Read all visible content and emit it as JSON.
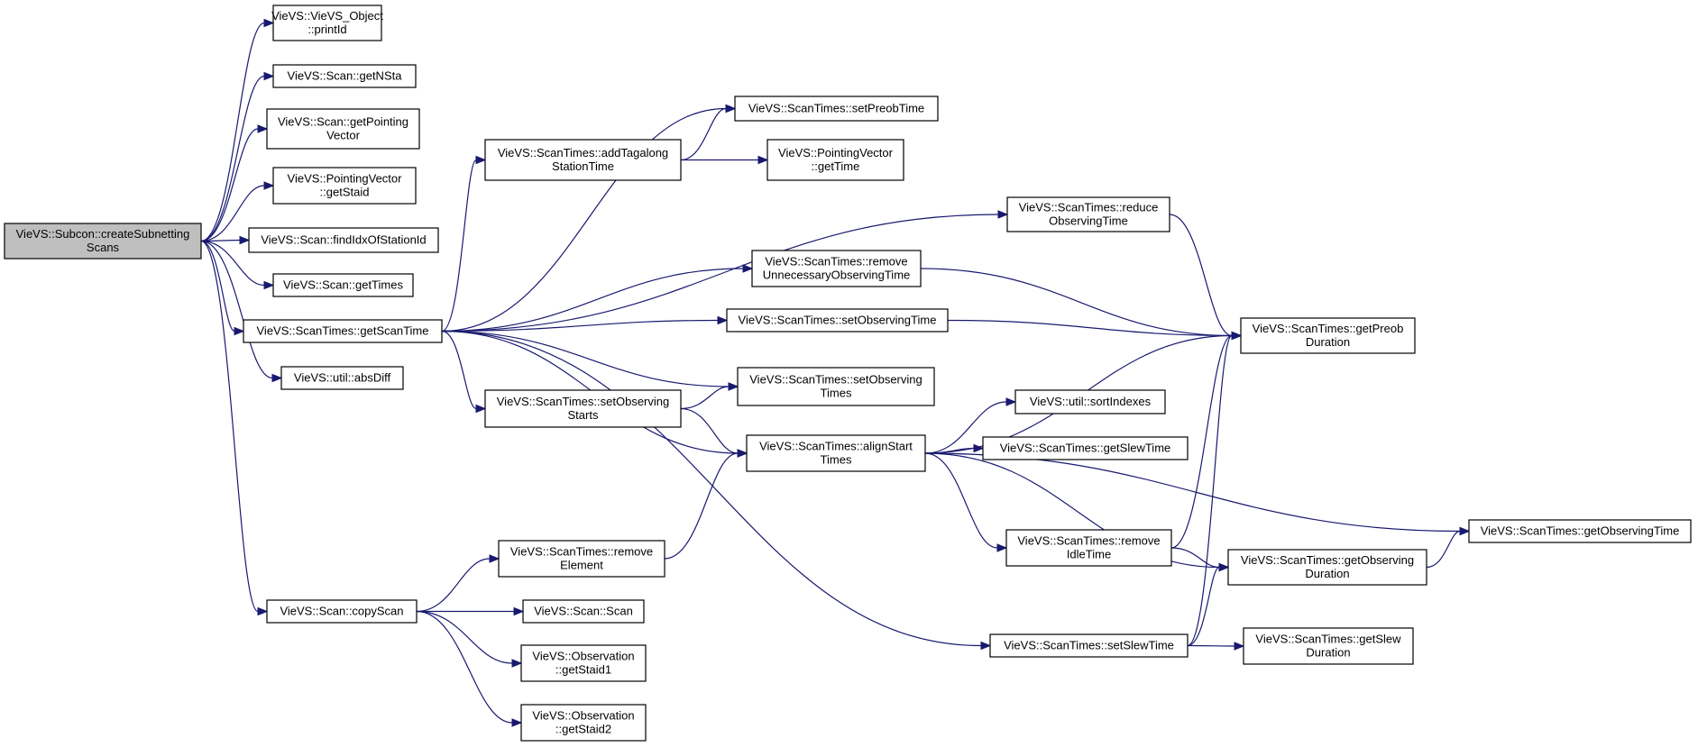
{
  "diagram": {
    "type": "call-graph",
    "colors": {
      "edge": "#191970",
      "root_fill": "#bfbfbf",
      "node_fill": "#ffffff",
      "border": "#000000"
    },
    "nodes": [
      {
        "id": "root",
        "lines": [
          "VieVS::Subcon::createSubnetting",
          "Scans"
        ]
      },
      {
        "id": "printId",
        "lines": [
          "VieVS::VieVS_Object",
          "::printId"
        ]
      },
      {
        "id": "getNSta",
        "lines": [
          "VieVS::Scan::getNSta"
        ]
      },
      {
        "id": "getPointingVector",
        "lines": [
          "VieVS::Scan::getPointing",
          "Vector"
        ]
      },
      {
        "id": "pv_getStaid",
        "lines": [
          "VieVS::PointingVector",
          "::getStaid"
        ]
      },
      {
        "id": "findIdx",
        "lines": [
          "VieVS::Scan::findIdxOfStationId"
        ]
      },
      {
        "id": "getTimes",
        "lines": [
          "VieVS::Scan::getTimes"
        ]
      },
      {
        "id": "getScanTime",
        "lines": [
          "VieVS::ScanTimes::getScanTime"
        ]
      },
      {
        "id": "absDiff",
        "lines": [
          "VieVS::util::absDiff"
        ]
      },
      {
        "id": "copyScan",
        "lines": [
          "VieVS::Scan::copyScan"
        ]
      },
      {
        "id": "addTagalong",
        "lines": [
          "VieVS::ScanTimes::addTagalong",
          "StationTime"
        ]
      },
      {
        "id": "setObsStarts",
        "lines": [
          "VieVS::ScanTimes::setObserving",
          "Starts"
        ]
      },
      {
        "id": "removeElement",
        "lines": [
          "VieVS::ScanTimes::remove",
          "Element"
        ]
      },
      {
        "id": "scanCtor",
        "lines": [
          "VieVS::Scan::Scan"
        ]
      },
      {
        "id": "getStaid1",
        "lines": [
          "VieVS::Observation",
          "::getStaid1"
        ]
      },
      {
        "id": "getStaid2",
        "lines": [
          "VieVS::Observation",
          "::getStaid2"
        ]
      },
      {
        "id": "setPreobTime",
        "lines": [
          "VieVS::ScanTimes::setPreobTime"
        ]
      },
      {
        "id": "pv_getTime",
        "lines": [
          "VieVS::PointingVector",
          "::getTime"
        ]
      },
      {
        "id": "removeUnnecessary",
        "lines": [
          "VieVS::ScanTimes::remove",
          "UnnecessaryObservingTime"
        ]
      },
      {
        "id": "setObservingTime",
        "lines": [
          "VieVS::ScanTimes::setObservingTime"
        ]
      },
      {
        "id": "setObservingTimes",
        "lines": [
          "VieVS::ScanTimes::setObserving",
          "Times"
        ]
      },
      {
        "id": "alignStart",
        "lines": [
          "VieVS::ScanTimes::alignStart",
          "Times"
        ]
      },
      {
        "id": "setSlewTime",
        "lines": [
          "VieVS::ScanTimes::setSlewTime"
        ]
      },
      {
        "id": "reduceObs",
        "lines": [
          "VieVS::ScanTimes::reduce",
          "ObservingTime"
        ]
      },
      {
        "id": "sortIndexes",
        "lines": [
          "VieVS::util::sortIndexes"
        ]
      },
      {
        "id": "getSlewTime",
        "lines": [
          "VieVS::ScanTimes::getSlewTime"
        ]
      },
      {
        "id": "removeIdle",
        "lines": [
          "VieVS::ScanTimes::remove",
          "IdleTime"
        ]
      },
      {
        "id": "getPreobDuration",
        "lines": [
          "VieVS::ScanTimes::getPreob",
          "Duration"
        ]
      },
      {
        "id": "getObsDuration",
        "lines": [
          "VieVS::ScanTimes::getObserving",
          "Duration"
        ]
      },
      {
        "id": "getSlewDuration",
        "lines": [
          "VieVS::ScanTimes::getSlew",
          "Duration"
        ]
      },
      {
        "id": "getObservingTime",
        "lines": [
          "VieVS::ScanTimes::getObservingTime"
        ]
      }
    ],
    "edges": [
      {
        "from": "root",
        "to": "printId"
      },
      {
        "from": "root",
        "to": "getNSta"
      },
      {
        "from": "root",
        "to": "getPointingVector"
      },
      {
        "from": "root",
        "to": "pv_getStaid"
      },
      {
        "from": "root",
        "to": "findIdx"
      },
      {
        "from": "root",
        "to": "getTimes"
      },
      {
        "from": "root",
        "to": "getScanTime"
      },
      {
        "from": "root",
        "to": "absDiff"
      },
      {
        "from": "root",
        "to": "copyScan"
      },
      {
        "from": "getScanTime",
        "to": "addTagalong"
      },
      {
        "from": "getScanTime",
        "to": "setPreobTime"
      },
      {
        "from": "getScanTime",
        "to": "reduceObs"
      },
      {
        "from": "getScanTime",
        "to": "removeUnnecessary"
      },
      {
        "from": "getScanTime",
        "to": "setObservingTime"
      },
      {
        "from": "getScanTime",
        "to": "setObservingTimes"
      },
      {
        "from": "getScanTime",
        "to": "setObsStarts"
      },
      {
        "from": "getScanTime",
        "to": "alignStart"
      },
      {
        "from": "getScanTime",
        "to": "setSlewTime"
      },
      {
        "from": "addTagalong",
        "to": "setPreobTime"
      },
      {
        "from": "addTagalong",
        "to": "pv_getTime"
      },
      {
        "from": "reduceObs",
        "to": "getPreobDuration"
      },
      {
        "from": "removeUnnecessary",
        "to": "getPreobDuration"
      },
      {
        "from": "setObservingTime",
        "to": "getPreobDuration"
      },
      {
        "from": "setObsStarts",
        "to": "setObservingTimes"
      },
      {
        "from": "setObsStarts",
        "to": "alignStart"
      },
      {
        "from": "alignStart",
        "to": "getPreobDuration"
      },
      {
        "from": "alignStart",
        "to": "sortIndexes"
      },
      {
        "from": "alignStart",
        "to": "getSlewTime"
      },
      {
        "from": "alignStart",
        "to": "removeIdle"
      },
      {
        "from": "alignStart",
        "to": "getObservingTime"
      },
      {
        "from": "alignStart",
        "to": "getObsDuration"
      },
      {
        "from": "removeIdle",
        "to": "getPreobDuration"
      },
      {
        "from": "removeIdle",
        "to": "getObsDuration"
      },
      {
        "from": "getObsDuration",
        "to": "getObservingTime"
      },
      {
        "from": "setSlewTime",
        "to": "getPreobDuration"
      },
      {
        "from": "setSlewTime",
        "to": "getObsDuration"
      },
      {
        "from": "setSlewTime",
        "to": "getSlewDuration"
      },
      {
        "from": "copyScan",
        "to": "removeElement"
      },
      {
        "from": "copyScan",
        "to": "scanCtor"
      },
      {
        "from": "copyScan",
        "to": "getStaid1"
      },
      {
        "from": "copyScan",
        "to": "getStaid2"
      },
      {
        "from": "removeElement",
        "to": "alignStart"
      }
    ]
  }
}
